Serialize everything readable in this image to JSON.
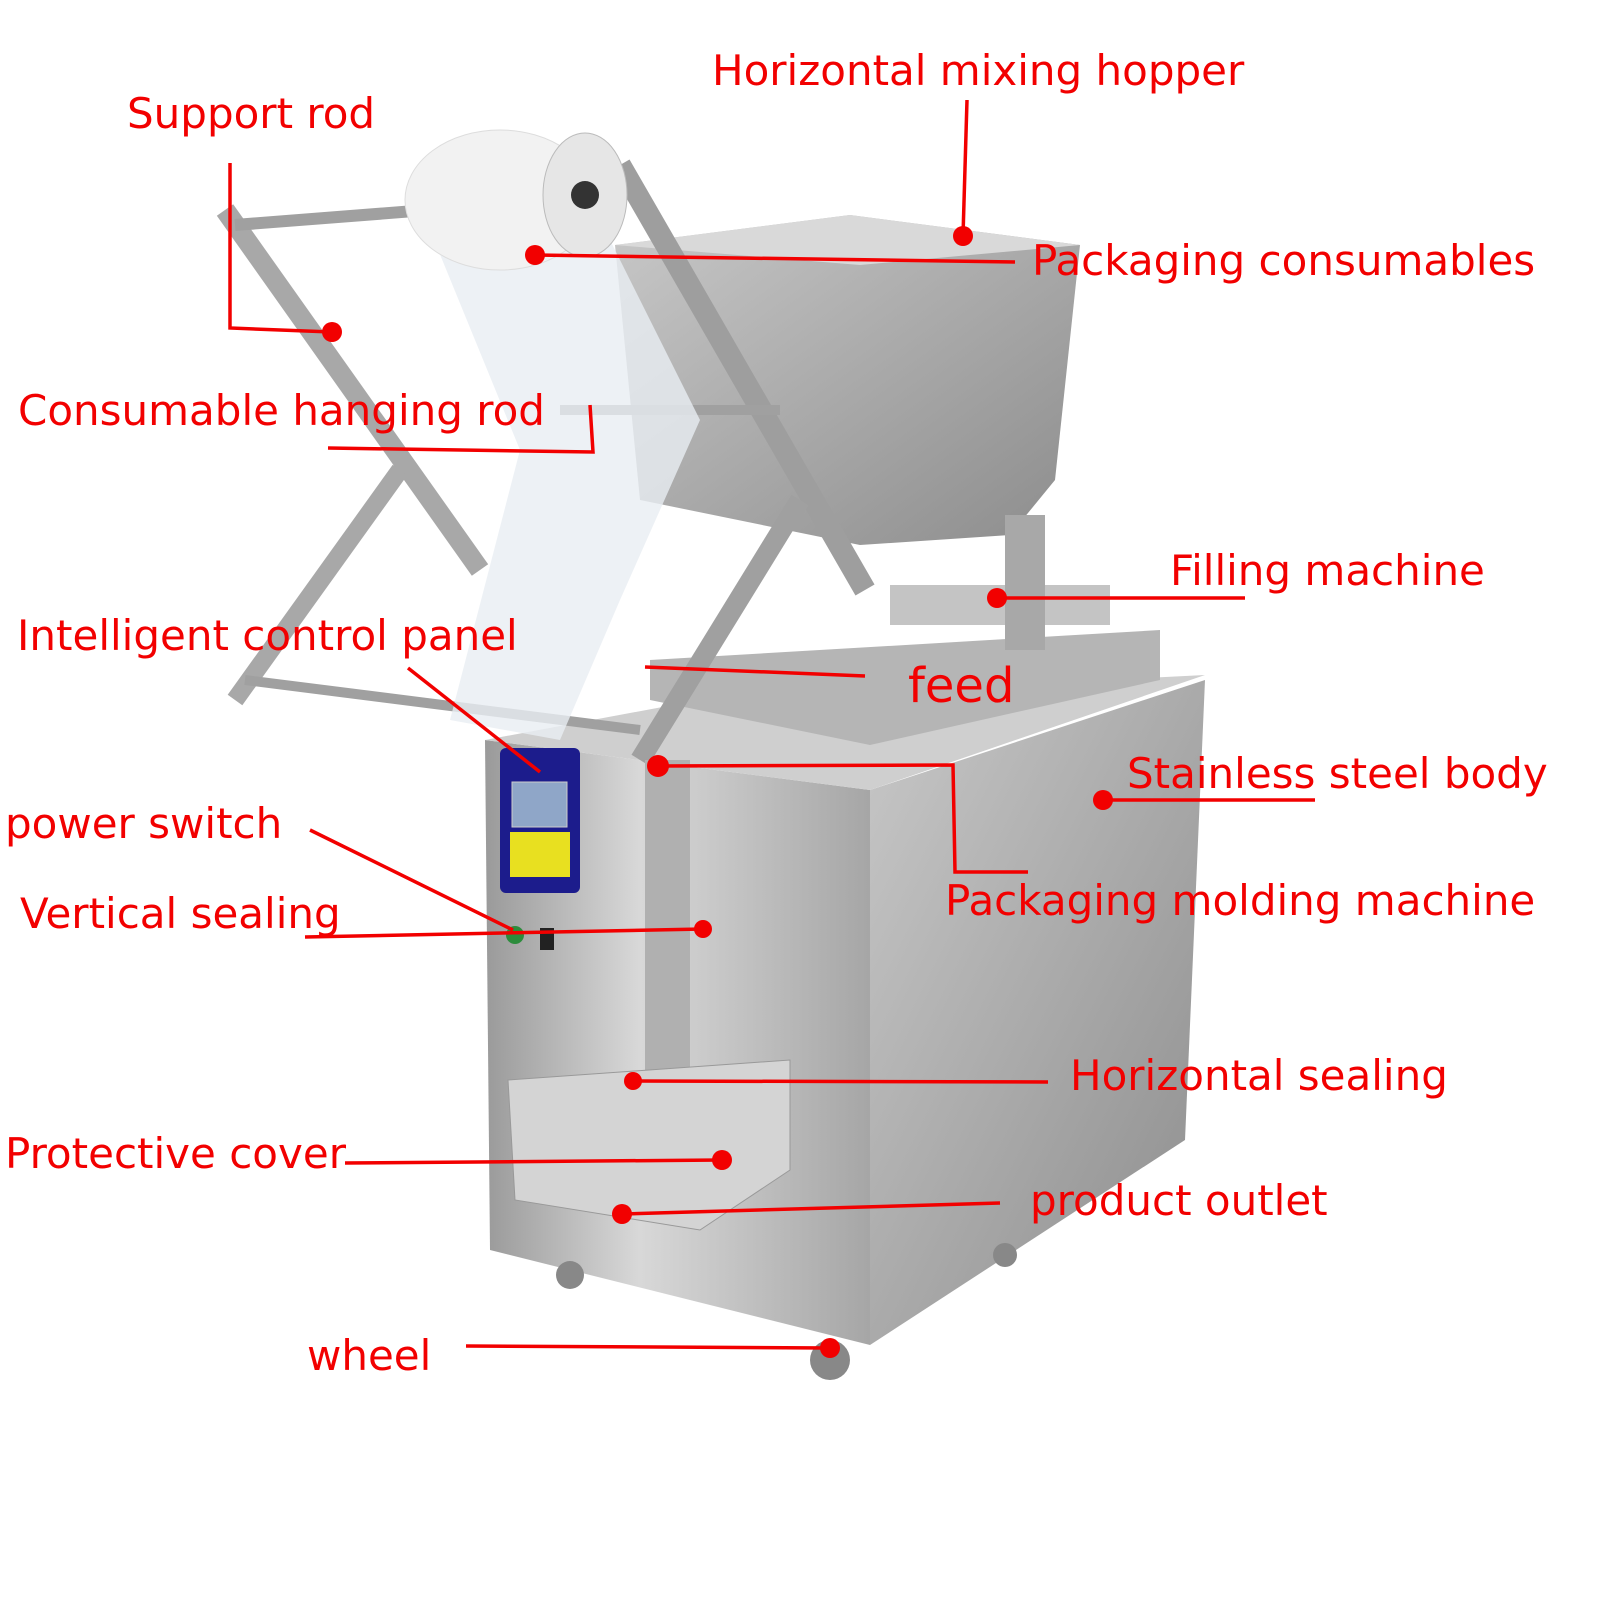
{
  "colors": {
    "annotation": "#f20000",
    "steel": "#b8b8b8"
  },
  "labels": {
    "horizontal_mixing_hopper": "Horizontal mixing hopper",
    "support_rod": "Support rod",
    "packaging_consumables": "Packaging consumables",
    "consumable_hanging_rod": "Consumable hanging rod",
    "filling_machine": "Filling machine",
    "intelligent_control_panel": "Intelligent control panel",
    "feed": "feed",
    "stainless_steel_body": "Stainless steel body",
    "power_switch": "power switch",
    "packaging_molding_machine": "Packaging molding machine",
    "vertical_sealing": "Vertical sealing",
    "horizontal_sealing": "Horizontal sealing",
    "protective_cover": "Protective cover",
    "product_outlet": "product outlet",
    "wheel": "wheel"
  }
}
